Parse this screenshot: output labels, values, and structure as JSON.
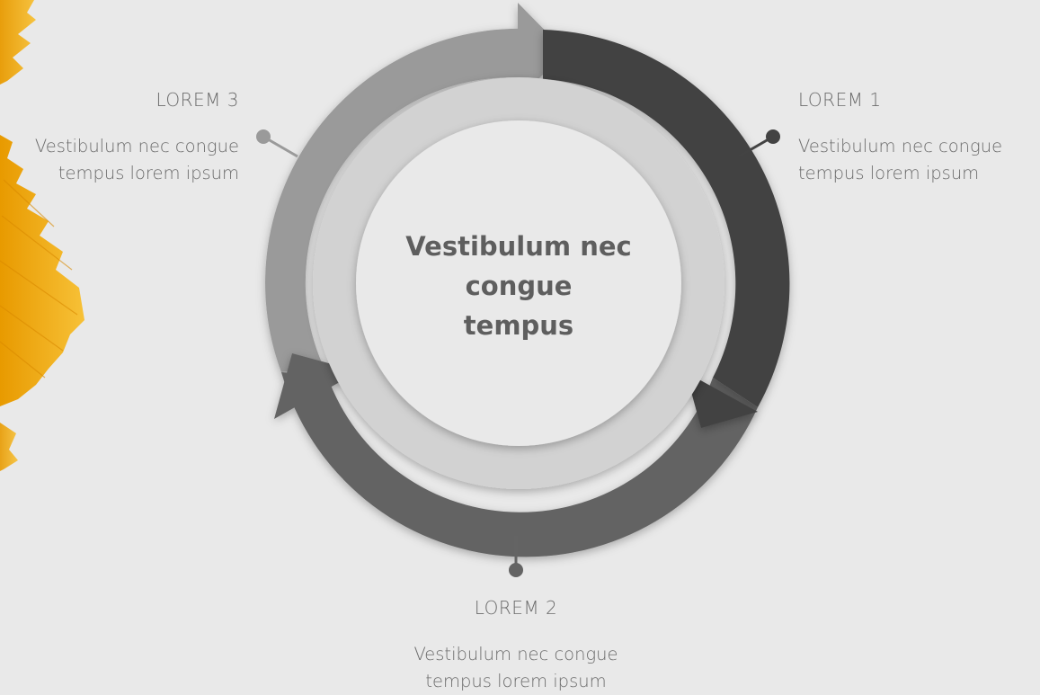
{
  "center": {
    "line1": "Vestibulum nec",
    "line2": "congue",
    "line3": "tempus"
  },
  "items": [
    {
      "title": "LOREM 1",
      "desc_line1": "Vestibulum nec congue",
      "desc_line2": "tempus lorem ipsum"
    },
    {
      "title": "LOREM 2",
      "desc_line1": "Vestibulum nec congue",
      "desc_line2": "tempus lorem ipsum"
    },
    {
      "title": "LOREM 3",
      "desc_line1": "Vestibulum nec congue",
      "desc_line2": "tempus lorem ipsum"
    }
  ],
  "colors": {
    "background": "#e9e9e9",
    "segment_dark": "#434343",
    "segment_mid": "#646464",
    "segment_light": "#9a9a9a",
    "inner_ring": "#d2d2d2",
    "core": "#e9e9e9",
    "brush_accent": "#f0a500"
  }
}
